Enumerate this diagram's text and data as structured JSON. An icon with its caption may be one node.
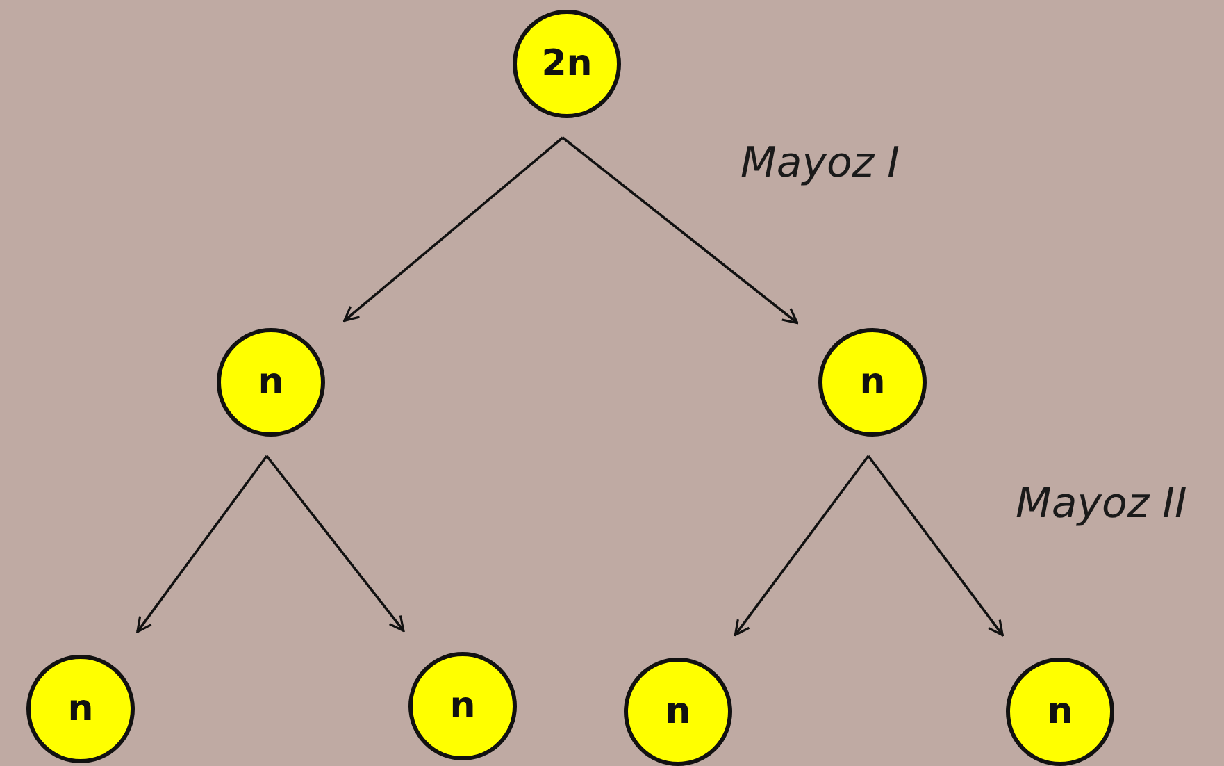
{
  "diagram": {
    "nodes": [
      {
        "text": [
          "2n"
        ]
      },
      {
        "text": [
          "n"
        ]
      },
      {
        "text": [
          "n"
        ]
      },
      {
        "text": [
          "n"
        ]
      },
      {
        "text": [
          "n"
        ]
      },
      {
        "text": [
          "n"
        ]
      },
      {
        "text": [
          "n"
        ]
      }
    ],
    "edges": [
      {
        "from": 0,
        "to": 1,
        "arrow": "to"
      },
      {
        "from": 0,
        "to": 2,
        "arrow": "to"
      },
      {
        "from": 1,
        "to": 3,
        "arrow": "to"
      },
      {
        "from": 1,
        "to": 4,
        "arrow": "to"
      },
      {
        "from": 2,
        "to": 5,
        "arrow": "to"
      },
      {
        "from": 2,
        "to": 6,
        "arrow": "to"
      }
    ],
    "labels": [
      "Mayoz I",
      "Mayoz II"
    ]
  }
}
